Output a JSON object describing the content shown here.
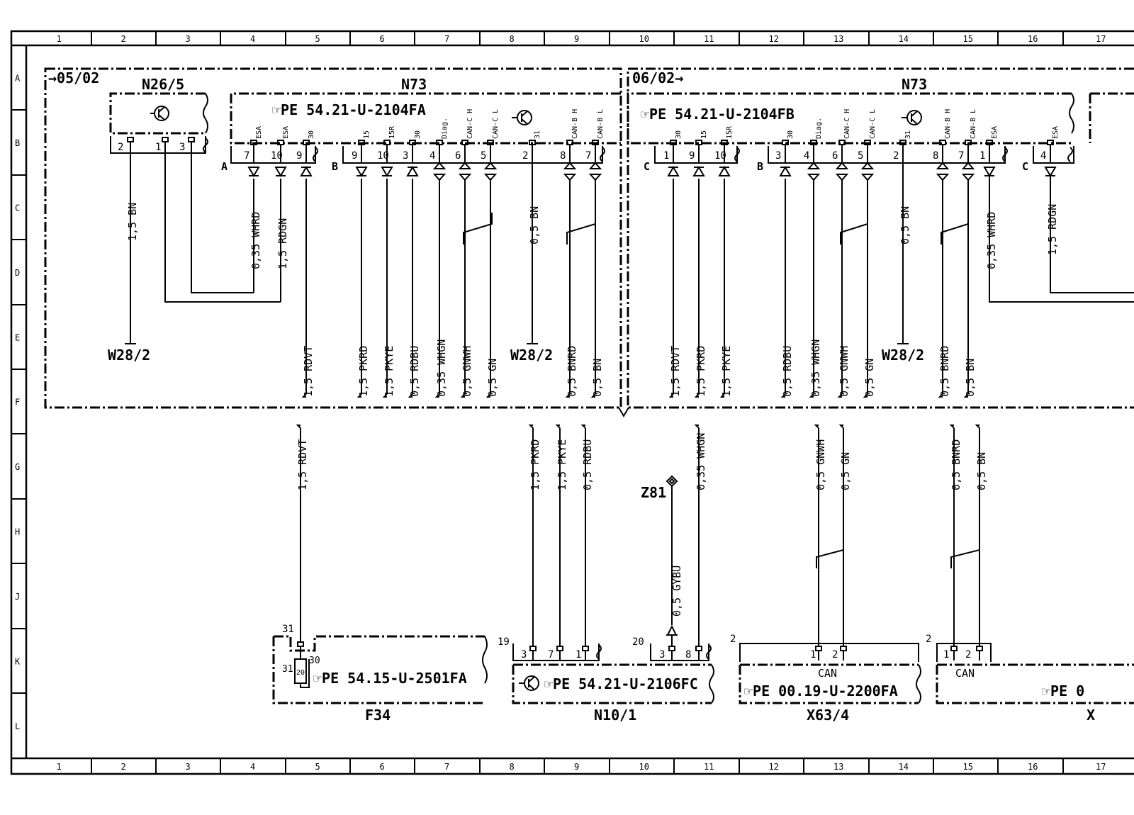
{
  "grid": {
    "columns": [
      "1",
      "2",
      "3",
      "4",
      "5",
      "6",
      "7",
      "8",
      "9",
      "10",
      "11",
      "12",
      "13",
      "14",
      "15",
      "16",
      "17"
    ],
    "rows": [
      "A",
      "B",
      "C",
      "D",
      "E",
      "F",
      "G",
      "H",
      "J",
      "K",
      "L"
    ]
  },
  "sections": [
    {
      "id": "left",
      "label": "→05/02"
    },
    {
      "id": "right",
      "label": "06/02→"
    }
  ],
  "modules": {
    "n26_5": {
      "name": "N26/5",
      "pins": [
        "2",
        "1",
        "3"
      ]
    },
    "n73_left": {
      "name": "N73",
      "ref": "☞PE 54.21-U-2104FA",
      "connA": "A",
      "connB": "B",
      "pinsA": [
        {
          "num": "7",
          "sig": "ESA"
        },
        {
          "num": "10",
          "sig": "ESA"
        },
        {
          "num": "9",
          "sig": "30"
        }
      ],
      "pinsB": [
        {
          "num": "9",
          "sig": "15"
        },
        {
          "num": "10",
          "sig": "15R"
        },
        {
          "num": "3",
          "sig": "30"
        },
        {
          "num": "4",
          "sig": "Diag."
        },
        {
          "num": "6",
          "sig": "CAN-C H"
        },
        {
          "num": "5",
          "sig": "CAN-C L"
        },
        {
          "num": "2",
          "sig": "31"
        },
        {
          "num": "8",
          "sig": "CAN-B H"
        },
        {
          "num": "7",
          "sig": "CAN-B L"
        }
      ]
    },
    "n73_right": {
      "name": "N73",
      "ref": "☞PE 54.21-U-2104FB",
      "connC": "C",
      "connB": "B",
      "connC2": "C",
      "pinsC": [
        {
          "num": "1",
          "sig": "30"
        },
        {
          "num": "9",
          "sig": "15"
        },
        {
          "num": "10",
          "sig": "15R"
        }
      ],
      "pinsB": [
        {
          "num": "3",
          "sig": "30"
        },
        {
          "num": "4",
          "sig": "Diag."
        },
        {
          "num": "6",
          "sig": "CAN-C H"
        },
        {
          "num": "5",
          "sig": "CAN-C L"
        },
        {
          "num": "2",
          "sig": "31"
        },
        {
          "num": "8",
          "sig": "CAN-B H"
        },
        {
          "num": "7",
          "sig": "CAN-B L"
        },
        {
          "num": "1",
          "sig": "ESA"
        }
      ],
      "pinsC2": [
        {
          "num": "4",
          "sig": "ESA"
        }
      ]
    },
    "f34": {
      "name": "F34",
      "ref": "☞PE 54.15-U-2501FA",
      "num": "31",
      "p30": "30",
      "p31": "31",
      "fuse": "20"
    },
    "n10_1": {
      "name": "N10/1",
      "ref": "☞PE 54.21-U-2106FC",
      "num1": "19",
      "num2": "20",
      "pins": [
        "3",
        "7",
        "1",
        "3",
        "8"
      ]
    },
    "x63_4": {
      "name": "X63/4",
      "ref": "☞PE 00.19-U-2200FA",
      "num": "2",
      "bus": "CAN",
      "pins": [
        "1",
        "2"
      ]
    },
    "x_cut": {
      "name": "X",
      "ref": "☞PE 0",
      "num": "2",
      "bus": "CAN",
      "pins": [
        "1",
        "2"
      ]
    }
  },
  "grounds": {
    "w28_2": "W28/2",
    "z81": "Z81"
  },
  "wires": {
    "n26_1_5_bn": "1,5 BN",
    "l_whrd": "0,35 WHRD",
    "l_rdgn": "1,5 RDGN",
    "l_bn05": "0,5 BN",
    "e_rdvt": "1,5 RDVT",
    "e_pkrd": "1,5 PKRD",
    "e_pkye": "1,5 PKYE",
    "e_rdbu": "0,5 RDBU",
    "e_whgn": "0,35 WHGN",
    "e_gnwh": "0,5 GNWH",
    "e_gn": "0,5 GN",
    "e_bnrd": "0,5 BNRD",
    "e_bn": "0,5 BN",
    "r_bn05": "0,5 BN",
    "r_whrd": "0,35 WHRD",
    "r_rdgn": "1,5 RDGN",
    "gybu": "0,5 GYBU"
  }
}
